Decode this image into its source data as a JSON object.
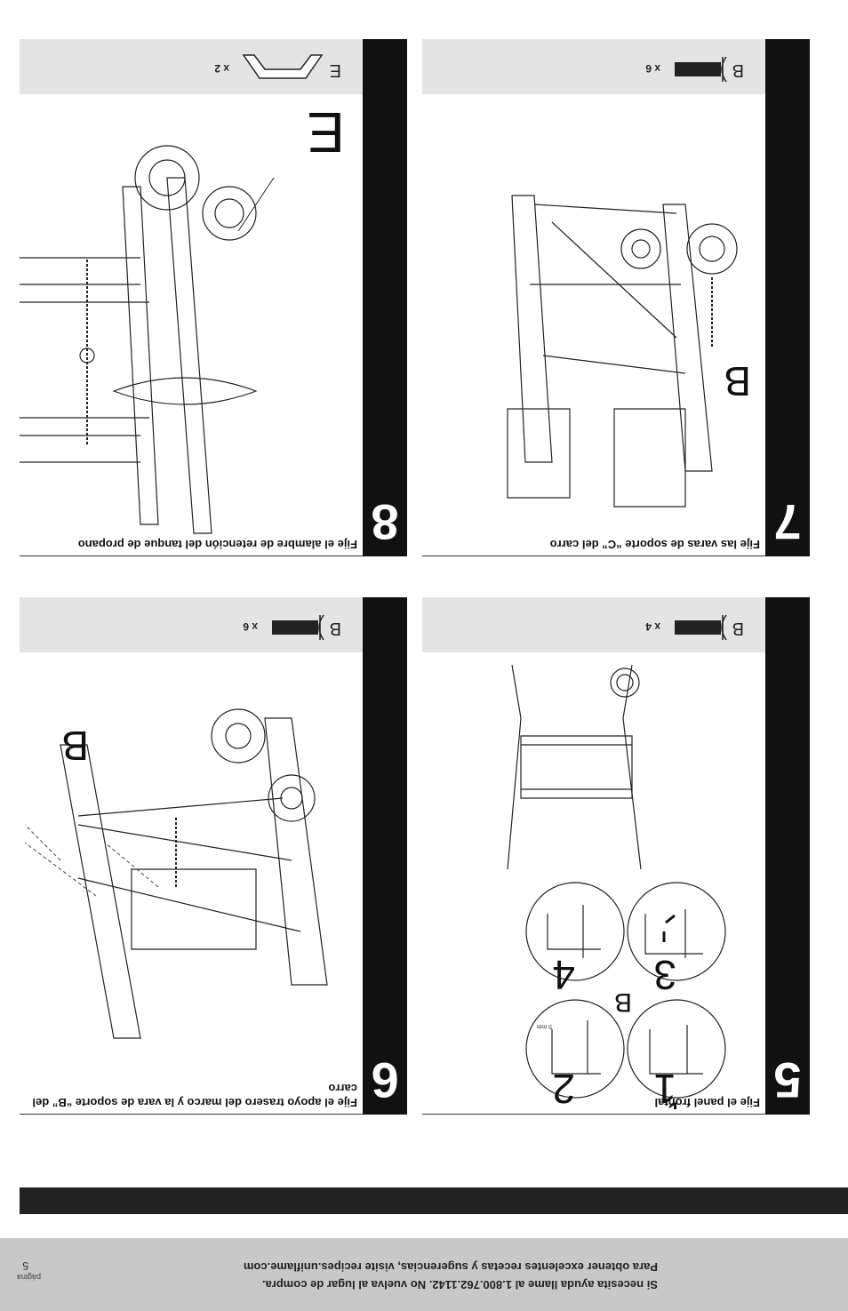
{
  "footer": {
    "page_label": "página",
    "page_number": "5",
    "help_line": "Si necesita ayuda llame al 1.800.762.1142. No vuelva al lugar de compra.",
    "recipes_line": "Para obtener excelentes recetas y sugerencias, visite recipes.uniflame.com"
  },
  "steps": [
    {
      "number": "5",
      "title": "Fije el panel frontal",
      "part_letter": "B",
      "part_qty": "x 4",
      "callouts": [
        "1",
        "2",
        "3",
        "4",
        "B"
      ],
      "detail_label": "5 mm"
    },
    {
      "number": "6",
      "title": "Fije el apoyo trasero del marco y la vara de soporte “B” del carro",
      "part_letter": "B",
      "part_qty": "x 6",
      "callouts": [
        "B"
      ]
    },
    {
      "number": "7",
      "title": "Fije las varas de soporte “C” del carro",
      "part_letter": "B",
      "part_qty": "x 6",
      "callouts": [
        "B"
      ]
    },
    {
      "number": "8",
      "title": "Fije el alambre de retención del tanque de propano",
      "part_letter": "E",
      "part_qty": "x 2",
      "callouts": [
        "E"
      ]
    }
  ]
}
